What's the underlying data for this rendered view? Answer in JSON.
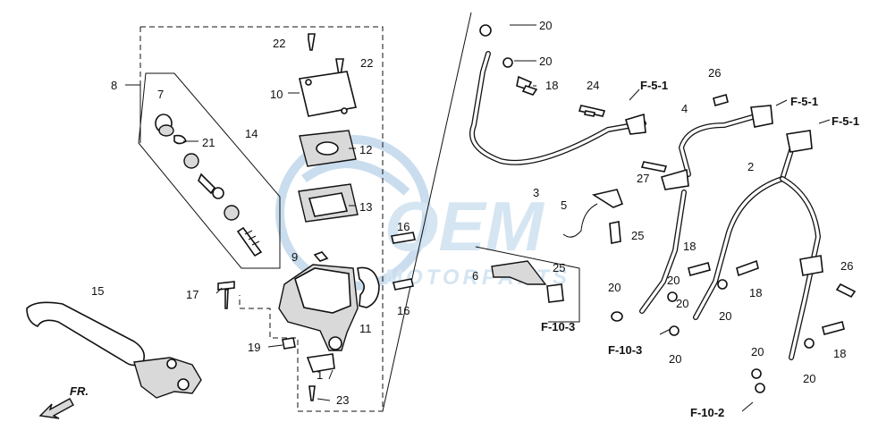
{
  "watermark": {
    "brand": "OEM",
    "tagline": "MOTORPARTS"
  },
  "orientation": {
    "label": "FR."
  },
  "callouts": {
    "c1": "1",
    "c2": "2",
    "c3": "3",
    "c4": "4",
    "c5": "5",
    "c6": "6",
    "c7": "7",
    "c8": "8",
    "c9": "9",
    "c10": "10",
    "c11": "11",
    "c12": "12",
    "c13": "13",
    "c14": "14",
    "c15": "15",
    "c16a": "16",
    "c16b": "16",
    "c17": "17",
    "c18a": "18",
    "c18b": "18",
    "c18c": "18",
    "c18d": "18",
    "c19": "19",
    "c20a": "20",
    "c20b": "20",
    "c20c": "20",
    "c20d": "20",
    "c20e": "20",
    "c20f": "20",
    "c20g": "20",
    "c20h": "20",
    "c20i": "20",
    "c21": "21",
    "c22a": "22",
    "c22b": "22",
    "c23": "23",
    "c24": "24",
    "c25a": "25",
    "c25b": "25",
    "c26a": "26",
    "c26b": "26",
    "c27": "27"
  },
  "references": {
    "f51a": "F-5-1",
    "f51b": "F-5-1",
    "f51c": "F-5-1",
    "f103a": "F-10-3",
    "f103b": "F-10-3",
    "f102": "F-10-2"
  },
  "colors": {
    "line": "#111111",
    "fill": "#d9d9d9",
    "watermark": "#c9ddee"
  }
}
